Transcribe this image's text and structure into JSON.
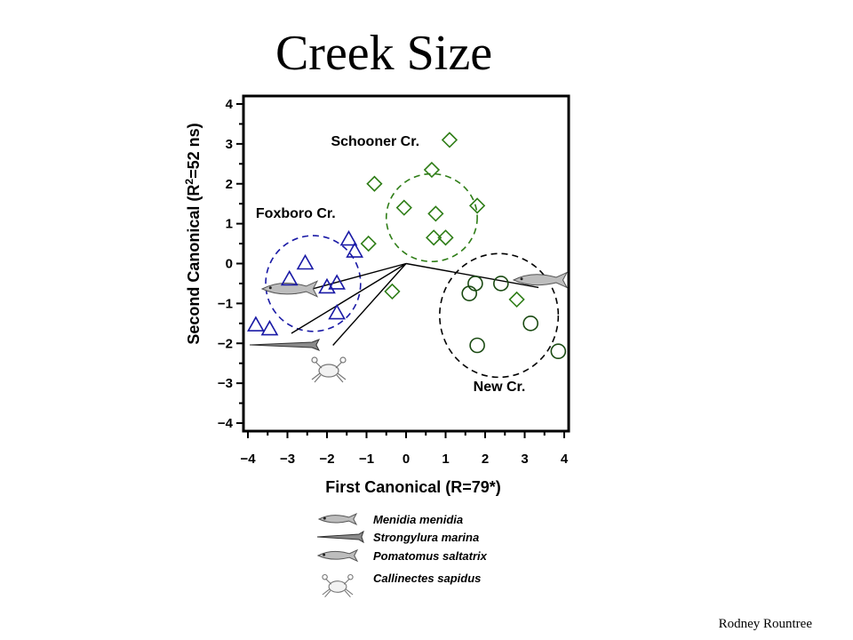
{
  "slide": {
    "title": "Creek Size",
    "author": "Rodney Rountree"
  },
  "chart_data": {
    "type": "scatter",
    "xlabel": "First Canonical (R=79*)",
    "ylabel_main": "Second Canonical (R",
    "ylabel_sup": "2",
    "ylabel_tail": "=52 ns)",
    "xlim": [
      -4,
      4
    ],
    "ylim": [
      -4,
      4
    ],
    "xticks": [
      "−4",
      "−3",
      "−2",
      "−1",
      "0",
      "1",
      "2",
      "3",
      "4"
    ],
    "yticks": [
      "4",
      "3",
      "2",
      "1",
      "0",
      "−1",
      "−2",
      "−3",
      "−4"
    ],
    "grid": false,
    "series": [
      {
        "name": "Foxboro Cr.",
        "marker": "triangle",
        "color": "#1a1aa6",
        "points": [
          [
            -3.8,
            -1.55
          ],
          [
            -3.45,
            -1.65
          ],
          [
            -2.95,
            -0.4
          ],
          [
            -2.55,
            0.0
          ],
          [
            -2.0,
            -0.6
          ],
          [
            -1.75,
            -0.5
          ],
          [
            -1.75,
            -1.25
          ],
          [
            -1.45,
            0.6
          ],
          [
            -1.3,
            0.3
          ]
        ]
      },
      {
        "name": "Schooner Cr.",
        "marker": "diamond",
        "color": "#2e7d16",
        "points": [
          [
            -0.8,
            2.0
          ],
          [
            -0.95,
            0.5
          ],
          [
            -0.35,
            -0.7
          ],
          [
            -0.05,
            1.4
          ],
          [
            0.65,
            2.35
          ],
          [
            0.75,
            1.25
          ],
          [
            0.7,
            0.65
          ],
          [
            1.0,
            0.65
          ],
          [
            1.1,
            3.1
          ],
          [
            1.8,
            1.45
          ],
          [
            2.8,
            -0.9
          ]
        ]
      },
      {
        "name": "New Cr.",
        "marker": "circle",
        "color": "#1a4a12",
        "points": [
          [
            1.6,
            -0.75
          ],
          [
            1.75,
            -0.5
          ],
          [
            2.4,
            -0.5
          ],
          [
            1.8,
            -2.05
          ],
          [
            3.15,
            -1.5
          ],
          [
            3.85,
            -2.2
          ]
        ]
      }
    ],
    "ellipses": [
      {
        "group": "Foxboro Cr.",
        "cx": -2.35,
        "cy": -0.5,
        "rx": 1.2,
        "ry": 1.2,
        "color": "#1a1aa6"
      },
      {
        "group": "Schooner Cr.",
        "cx": 0.65,
        "cy": 1.15,
        "rx": 1.15,
        "ry": 1.1,
        "color": "#2e7d16"
      },
      {
        "group": "New Cr.",
        "cx": 2.35,
        "cy": -1.3,
        "rx": 1.5,
        "ry": 1.55,
        "color": "#000000"
      }
    ],
    "vectors": [
      {
        "species": "Menidia menidia",
        "x": 3.35,
        "y": -0.6
      },
      {
        "species": "Pomatomus saltatrix",
        "x": -2.8,
        "y": -0.75
      },
      {
        "species": "Strongylura marina",
        "x": -2.9,
        "y": -1.75
      },
      {
        "species": "Callinectes sapidus",
        "x": -1.85,
        "y": -2.05
      }
    ],
    "annotations": [
      {
        "text": "Schooner Cr.",
        "x": -1.9,
        "y": 2.95
      },
      {
        "text": "Foxboro Cr.",
        "x": -3.8,
        "y": 1.15
      },
      {
        "text": "New Cr.",
        "x": 1.7,
        "y": -3.2
      }
    ],
    "legend": [
      "Menidia menidia",
      "Strongylura marina",
      "Pomatomus saltatrix",
      "Callinectes sapidus"
    ]
  }
}
